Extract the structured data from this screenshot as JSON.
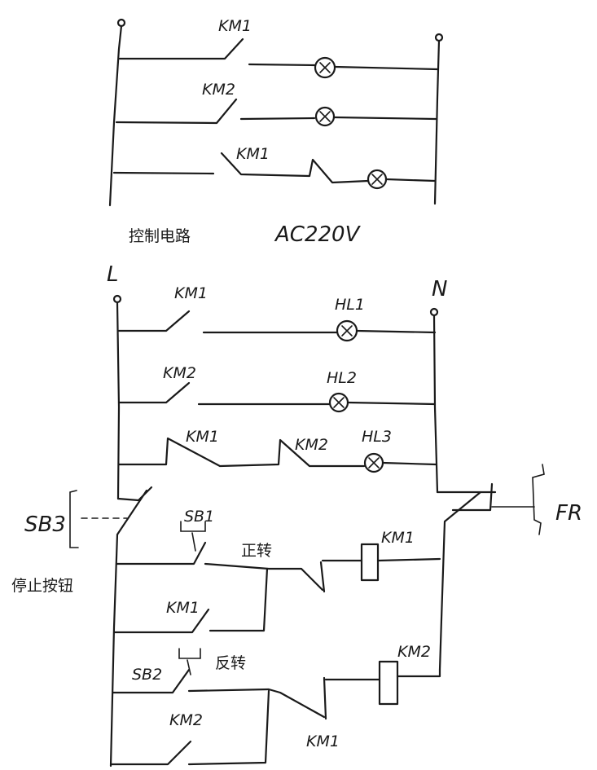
{
  "top_diagram": {
    "caption_chinese": "控制电路",
    "caption_voltage": "AC220V",
    "contacts": [
      "KM1",
      "KM2",
      "KM1"
    ]
  },
  "main_diagram": {
    "terminal_left": "L",
    "terminal_right": "N",
    "row1": {
      "contact": "KM1",
      "lamp": "HL1"
    },
    "row2": {
      "contact": "KM2",
      "lamp": "HL2"
    },
    "row3": {
      "contact_a": "KM1",
      "contact_b": "KM2",
      "lamp": "HL3"
    },
    "stop_button": {
      "name": "SB3",
      "label": "停止按钮"
    },
    "overload": "FR",
    "forward": {
      "button": "SB1",
      "label": "正转",
      "coil": "KM1",
      "holding": "KM1"
    },
    "reverse": {
      "button": "SB2",
      "label": "反转",
      "coil": "KM2",
      "holding": "KM2",
      "interlock": "KM1"
    }
  }
}
